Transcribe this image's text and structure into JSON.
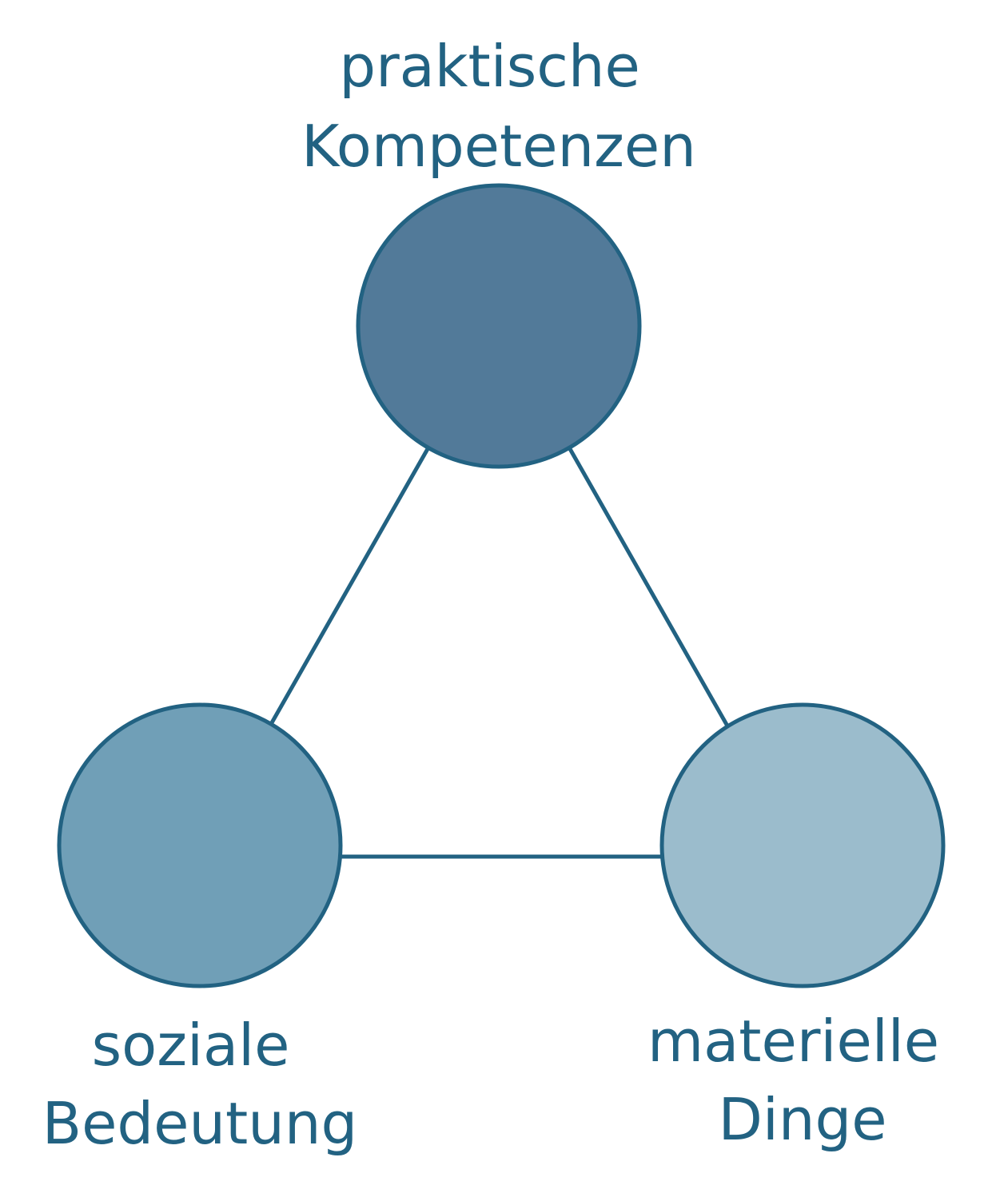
{
  "diagram": {
    "nodes": [
      {
        "id": "praktische-kompetenzen",
        "label_lines": [
          "praktische",
          "Kompetenzen"
        ],
        "fill": "#527A99"
      },
      {
        "id": "soziale-bedeutung",
        "label_lines": [
          "soziale",
          "Bedeutung"
        ],
        "fill": "#709FB7"
      },
      {
        "id": "materielle-dinge",
        "label_lines": [
          "materielle",
          "Dinge"
        ],
        "fill": "#9BBCCC"
      }
    ],
    "edges": [
      [
        "praktische-kompetenzen",
        "soziale-bedeutung"
      ],
      [
        "praktische-kompetenzen",
        "materielle-dinge"
      ],
      [
        "soziale-bedeutung",
        "materielle-dinge"
      ]
    ],
    "colors": {
      "stroke": "#226282",
      "text": "#226282",
      "background": "#ffffff"
    }
  }
}
